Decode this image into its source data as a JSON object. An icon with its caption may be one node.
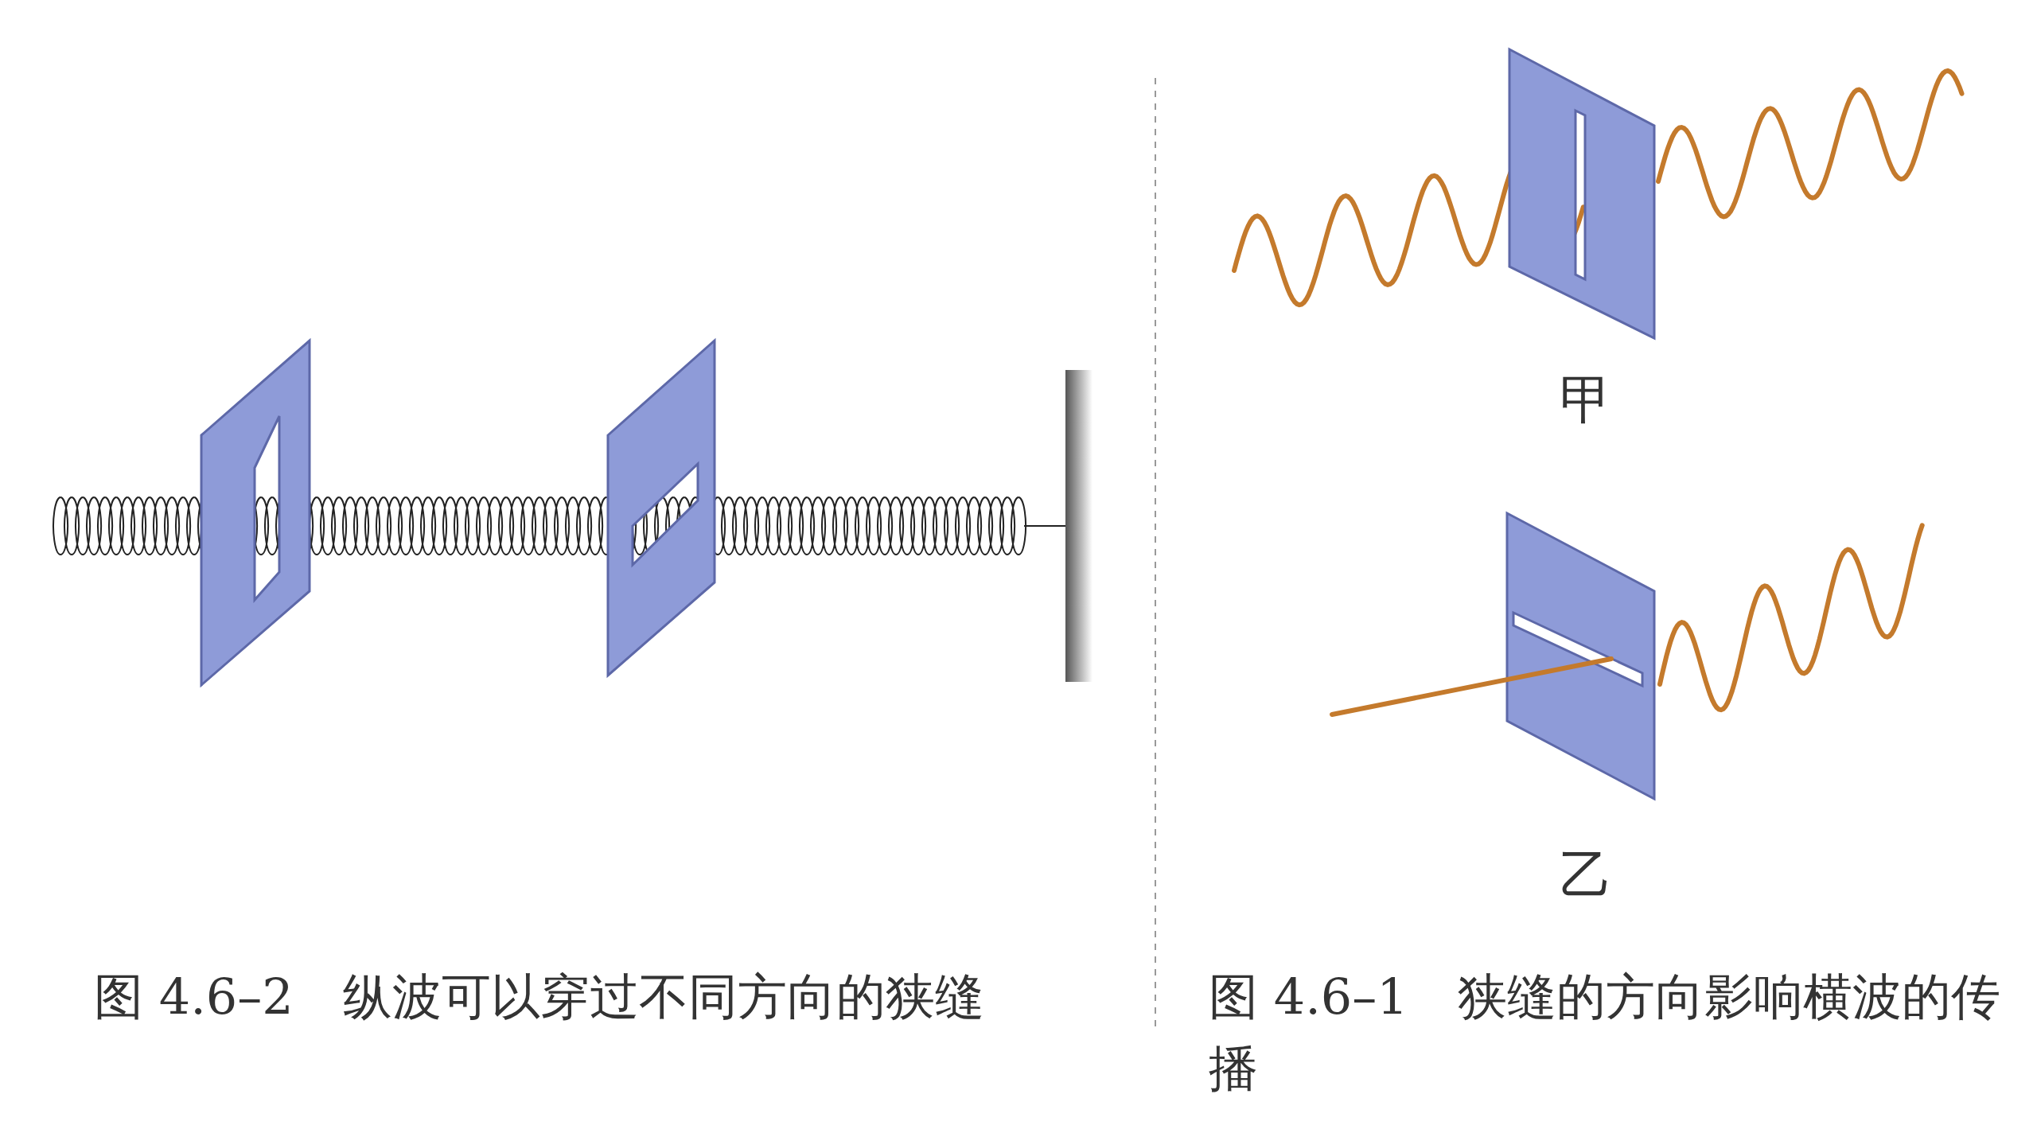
{
  "diagram": {
    "labels": [
      "甲",
      "乙",
      "图 4.6–2　纵波可以穿过不同方向的狭缝",
      "图 4.6–1　狭缝的方向影响横波的传播"
    ]
  }
}
